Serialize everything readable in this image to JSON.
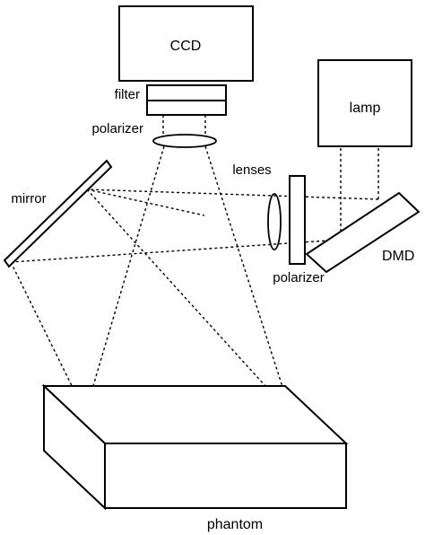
{
  "labels": {
    "ccd": "CCD",
    "filter": "filter",
    "polarizer_top": "polarizer",
    "lamp": "lamp",
    "lenses": "lenses",
    "mirror": "mirror",
    "dmd": "DMD",
    "polarizer_right": "polarizer",
    "phantom": "phantom"
  }
}
